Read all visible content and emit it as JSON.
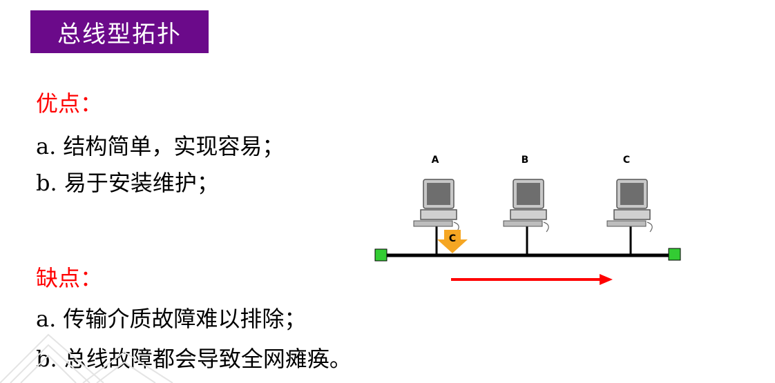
{
  "title": "总线型拓扑",
  "advantages": {
    "heading": "优点：",
    "items": [
      "a. 结构简单，实现容易；",
      "b. 易于安装维护；"
    ]
  },
  "disadvantages": {
    "heading": "缺点：",
    "items": [
      "a. 传输介质故障难以排除；",
      "b. 总线故障都会导致全网瘫痪。"
    ]
  },
  "diagram": {
    "nodes": [
      "A",
      "B",
      "C"
    ],
    "packet_label": "C",
    "colors": {
      "bus": "#000000",
      "terminator": "#33cc33",
      "arrow": "#ff0000",
      "packet": "#f5a623",
      "title_bg": "#6b0a8a"
    }
  }
}
